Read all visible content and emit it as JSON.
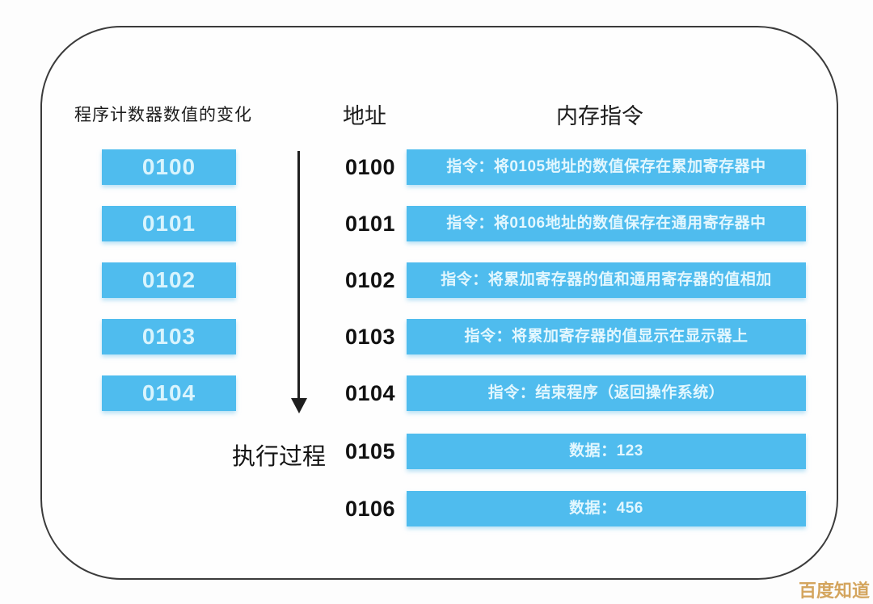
{
  "diagram": {
    "headers": {
      "pc_column": "程序计数器数值的变化",
      "address_column": "地址",
      "memory_column": "内存指令"
    },
    "pc_column": {
      "values": [
        "0100",
        "0101",
        "0102",
        "0103",
        "0104"
      ]
    },
    "execution_label": "执行过程",
    "memory_rows": [
      {
        "address": "0100",
        "type": "instruction",
        "content": "指令：将0105地址的数值保存在累加寄存器中"
      },
      {
        "address": "0101",
        "type": "instruction",
        "content": "指令：将0106地址的数值保存在通用寄存器中"
      },
      {
        "address": "0102",
        "type": "instruction",
        "content": "指令：将累加寄存器的值和通用寄存器的值相加"
      },
      {
        "address": "0103",
        "type": "instruction",
        "content": "指令：将累加寄存器的值显示在显示器上"
      },
      {
        "address": "0104",
        "type": "instruction",
        "content": "指令：结束程序（返回操作系统）"
      },
      {
        "address": "0105",
        "type": "data",
        "content": "数据：123"
      },
      {
        "address": "0106",
        "type": "data",
        "content": "数据：456"
      }
    ],
    "watermark": "百度知道",
    "colors": {
      "box_blue": "#4fbcee",
      "box_text": "#e3f7fe",
      "frame_border": "#3b3b3b",
      "watermark_gold": "#d4a55e",
      "label_black": "#111111"
    }
  }
}
